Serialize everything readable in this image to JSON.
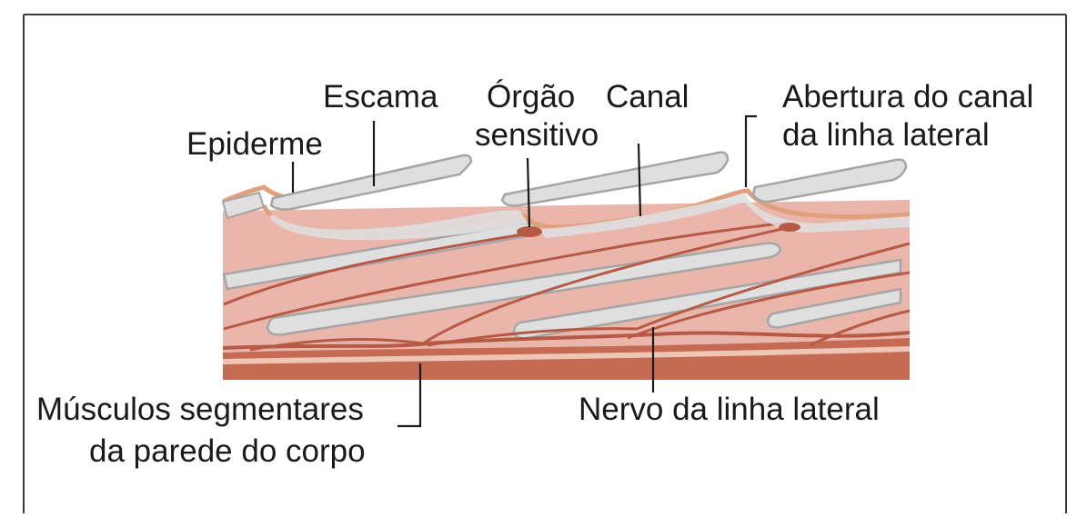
{
  "diagram": {
    "labels": {
      "escama": "Escama",
      "epiderme": "Epiderme",
      "orgao_line1": "Órgão",
      "orgao_line2": "sensitivo",
      "canal": "Canal",
      "abertura_line1": "Abertura do  canal",
      "abertura_line2": "da linha  lateral",
      "musculos_line1": "Músculos segmentares",
      "musculos_line2": "da parede do corpo",
      "nervo": "Nervo da linha lateral"
    },
    "colors": {
      "tissue": "#eab6ab",
      "epidermis_edge": "#e0a07c",
      "scale": "#dfdfdf",
      "scale_outline": "#a5a5a5",
      "nerve": "#b75a45",
      "muscle": "#c56b54",
      "muscle_band": "#efc6b6"
    }
  }
}
